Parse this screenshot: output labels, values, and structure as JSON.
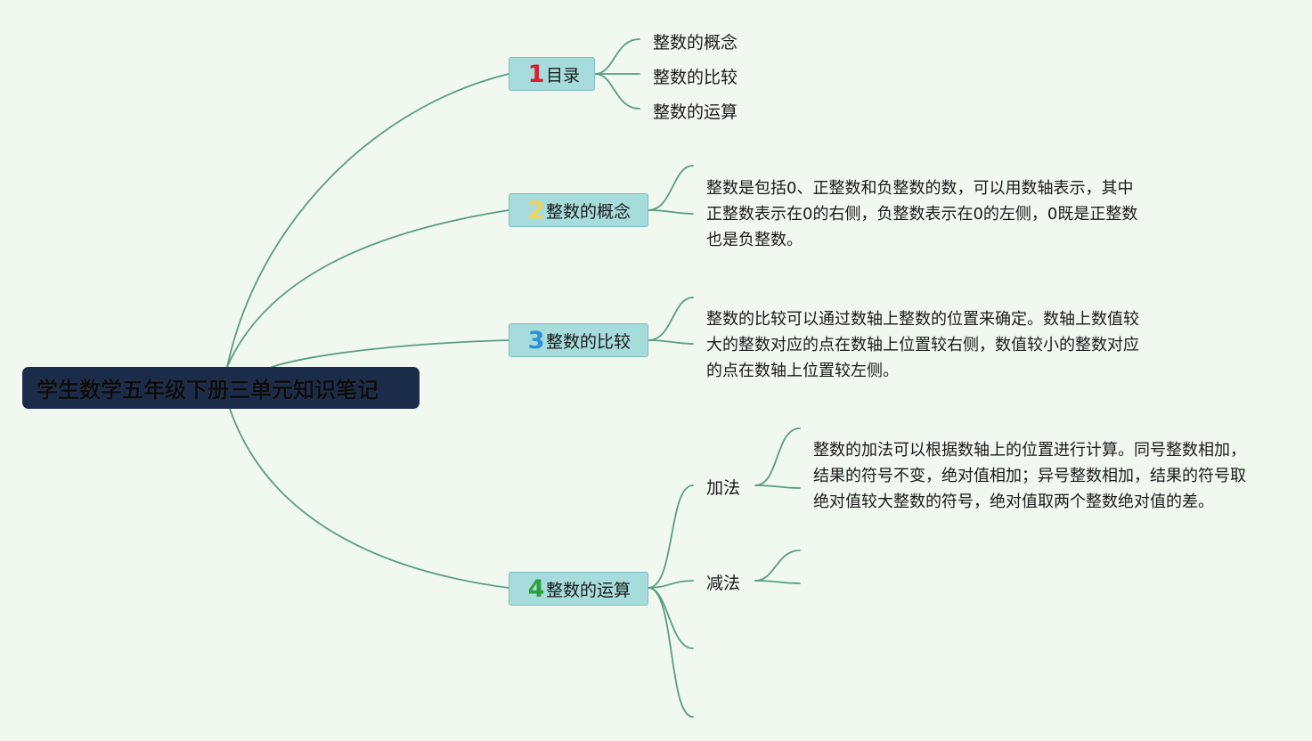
{
  "root": {
    "title": "学生数学五年级下册三单元知识笔记"
  },
  "branches": [
    {
      "number": "1",
      "number_color": "#d8202f",
      "label": "目录",
      "children": [
        "整数的概念",
        "整数的比较",
        "整数的运算"
      ]
    },
    {
      "number": "2",
      "number_color": "#f3d250",
      "label": "整数的概念",
      "note": "整数是包括0、正整数和负整数的数，可以用数轴表示，其中正整数表示在0的右侧，负整数表示在0的左侧，0既是正整数也是负整数。"
    },
    {
      "number": "3",
      "number_color": "#2c8fdc",
      "label": "整数的比较",
      "note": "整数的比较可以通过数轴上整数的位置来确定。数轴上数值较大的整数对应的点在数轴上位置较右侧，数值较小的整数对应的点在数轴上位置较左侧。"
    },
    {
      "number": "4",
      "number_color": "#2f9e3a",
      "label": "整数的运算",
      "children": [
        {
          "label": "加法",
          "note": "整数的加法可以根据数轴上的位置进行计算。同号整数相加，结果的符号不变，绝对值相加；异号整数相加，结果的符号取绝对值较大整数的符号，绝对值取两个整数绝对值的差。"
        },
        {
          "label": "减法",
          "note": ""
        },
        {
          "label": "",
          "note": ""
        },
        {
          "label": "",
          "note": ""
        }
      ]
    }
  ],
  "colors": {
    "background": "#f0f8ef",
    "connector": "#5b9c84",
    "root_fill": "#1b2b4a",
    "branch_fill": "#a7dcdc"
  }
}
